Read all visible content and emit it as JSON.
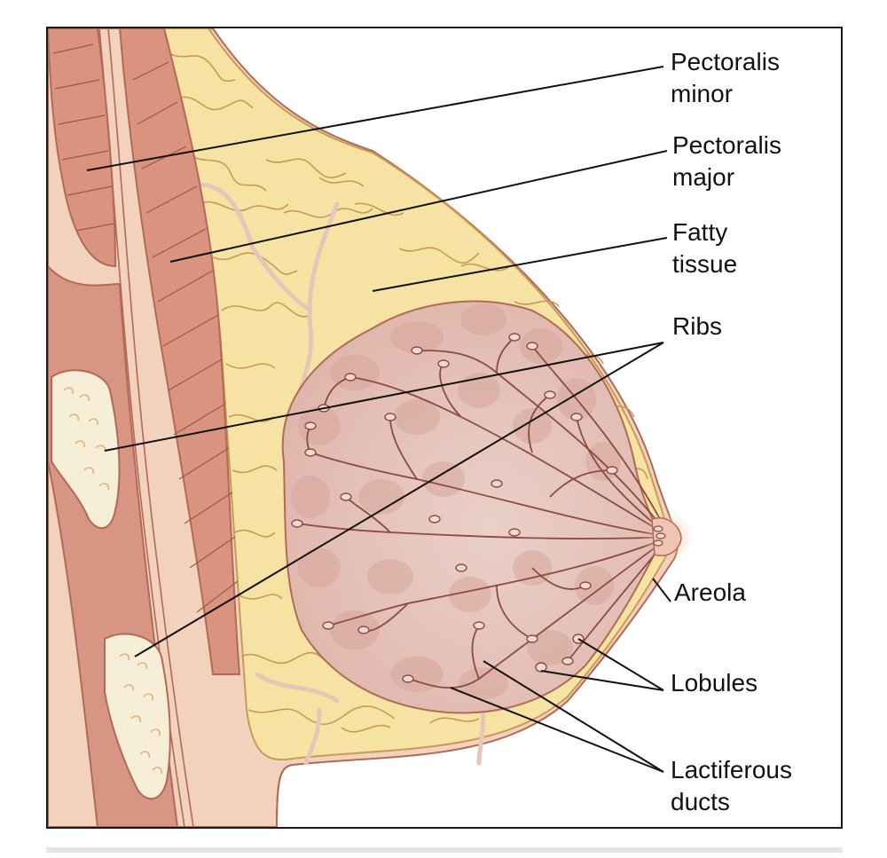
{
  "labels": {
    "pectoralis_minor": [
      "Pectoralis",
      "minor"
    ],
    "pectoralis_major": [
      "Pectoralis",
      "major"
    ],
    "fatty_tissue": [
      "Fatty",
      "tissue"
    ],
    "ribs": "Ribs",
    "areola": "Areola",
    "lobules": "Lobules",
    "lactiferous_ducts": [
      "Lactiferous",
      "ducts"
    ]
  },
  "colors": {
    "muscle": "#d9937e",
    "muscle_light": "#e9b8a6",
    "skin": "#f3d2bd",
    "fat": "#f6e3a3",
    "fat_line": "#c79a57",
    "gland": "#e7c1b9",
    "duct": "#8b4a42",
    "rib": "#f6eed6",
    "outline": "#b06a55",
    "leader": "#111111"
  }
}
